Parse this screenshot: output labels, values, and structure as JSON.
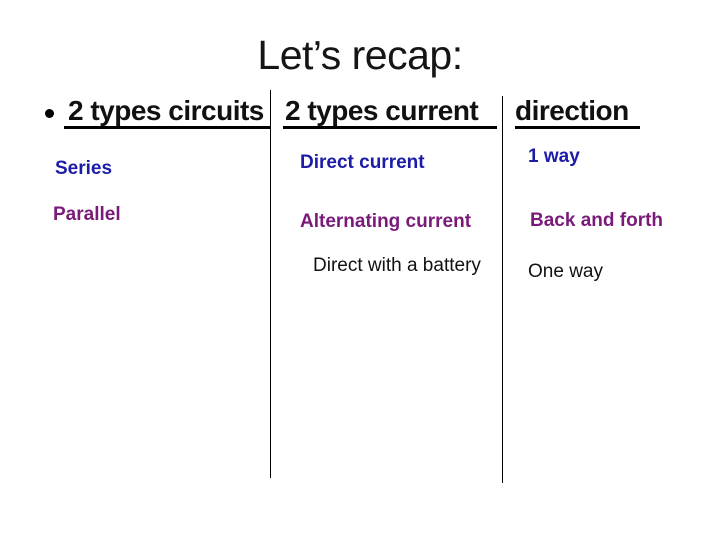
{
  "title": "Let’s recap:",
  "colors": {
    "navy": "#1C1CA8",
    "purple": "#7A1B7A",
    "ink": "#111111"
  },
  "table": {
    "headers": [
      {
        "label": "2 types circuits"
      },
      {
        "label": "2 types current"
      },
      {
        "label": "direction"
      }
    ],
    "rows": [
      {
        "cells": [
          {
            "text": "Series",
            "color": "navy"
          },
          {
            "text": "Direct current",
            "color": "navy"
          },
          {
            "text": "1 way",
            "color": "navy"
          }
        ]
      },
      {
        "cells": [
          {
            "text": "Parallel",
            "color": "purple"
          },
          {
            "text": "Alternating current",
            "color": "purple"
          },
          {
            "text": "Back and forth",
            "color": "purple"
          }
        ]
      },
      {
        "cells": [
          {
            "text": "Direct with a battery",
            "color": "ink"
          },
          {
            "text": "One way",
            "color": "ink"
          }
        ]
      }
    ]
  }
}
